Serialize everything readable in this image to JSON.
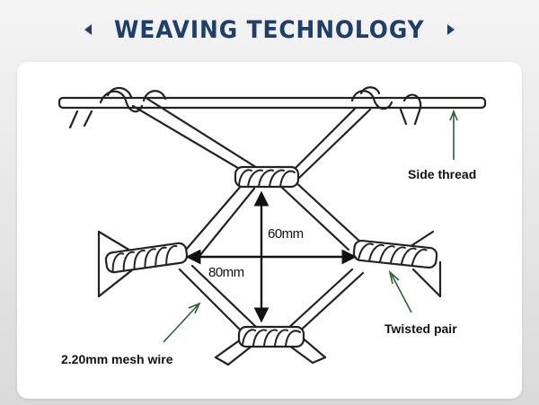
{
  "header": {
    "title": "WEAVING TECHNOLOGY",
    "title_color": "#1c3f6e",
    "arrow_color": "#1c3f6e"
  },
  "diagram": {
    "wire_color": "#222222",
    "arrow_color": "#2e5e36",
    "labels": {
      "side_thread": "Side thread",
      "twisted_pair": "Twisted pair",
      "mesh_wire": "2.20mm mesh wire",
      "height_dim": "60mm",
      "width_dim": "80mm"
    }
  }
}
